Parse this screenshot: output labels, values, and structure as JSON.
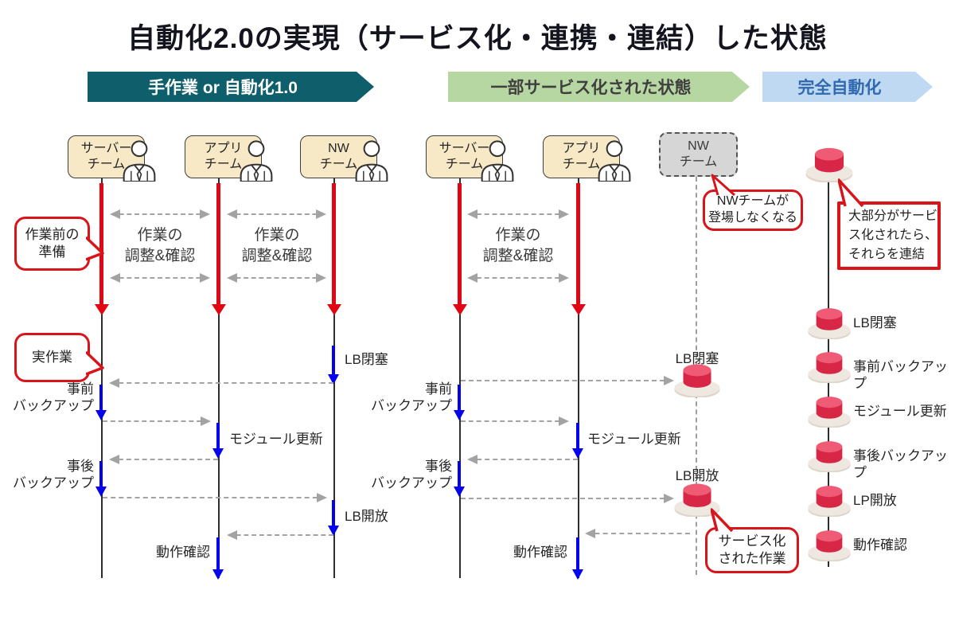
{
  "title": "自動化2.0の実現（サービス化・連携・連結）した状態",
  "phases": [
    {
      "label": "手作業 or 自動化1.0",
      "bg": "#0f5e6c",
      "fg": "#ffffff"
    },
    {
      "label": "一部サービス化された状態",
      "bg": "#b6d6a2",
      "fg": "#3f3f3f"
    },
    {
      "label": "完全自動化",
      "bg": "#bfd9f2",
      "fg": "#3069b0"
    }
  ],
  "teams": {
    "manual": [
      {
        "name": "サーバー\nチーム"
      },
      {
        "name": "アプリ\nチーム"
      },
      {
        "name": "NW\nチーム"
      }
    ],
    "partial": [
      {
        "name": "サーバー\nチーム"
      },
      {
        "name": "アプリ\nチーム"
      },
      {
        "name": "NW\nチーム"
      }
    ]
  },
  "coordination_label": "作業の\n調整&確認",
  "steps": {
    "lb_close": "LB閉塞",
    "pre_backup": "事前\nバックアップ",
    "module_update": "モジュール更新",
    "post_backup": "事後\nバックアップ",
    "lb_open": "LB開放",
    "operation_check": "動作確認"
  },
  "full_auto_buttons": [
    "LB閉塞",
    "事前バックアップ",
    "モジュール更新",
    "事後バックアップ",
    "LP開放",
    "動作確認"
  ],
  "callouts": {
    "pre_work": "作業前の\n準備",
    "actual_work": "実作業",
    "nw_team_gone": "NWチームが\n登場しなくなる",
    "connect_services": "大部分がサービ\nス化されたら、\nそれらを連結",
    "servicified_work": "サービス化\nされた作業"
  },
  "icons": {
    "team_member": "person-icon",
    "service": "push-button-icon"
  },
  "colors": {
    "manual_arrow": "#e00613",
    "auto_arrow": "#0202f0",
    "coordination_arrow": "#a3a3a3",
    "callout_border": "#d9151c",
    "team_box_bg": "#f8e9c6",
    "nw_disabled_bg": "#d6d6d6",
    "button_red": "#d82746",
    "button_base": "#efe8e1"
  }
}
